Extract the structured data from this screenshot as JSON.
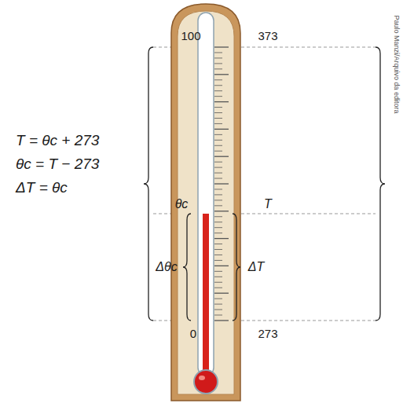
{
  "diagram": {
    "labels": [
      "100",
      "373",
      "T = θc + 273",
      "θc = T − 273",
      "ΔT = θc",
      "θc",
      "T",
      "Δθc",
      "ΔT",
      "0",
      "273",
      "Paulo Manzi/Arquivo da editora"
    ]
  }
}
